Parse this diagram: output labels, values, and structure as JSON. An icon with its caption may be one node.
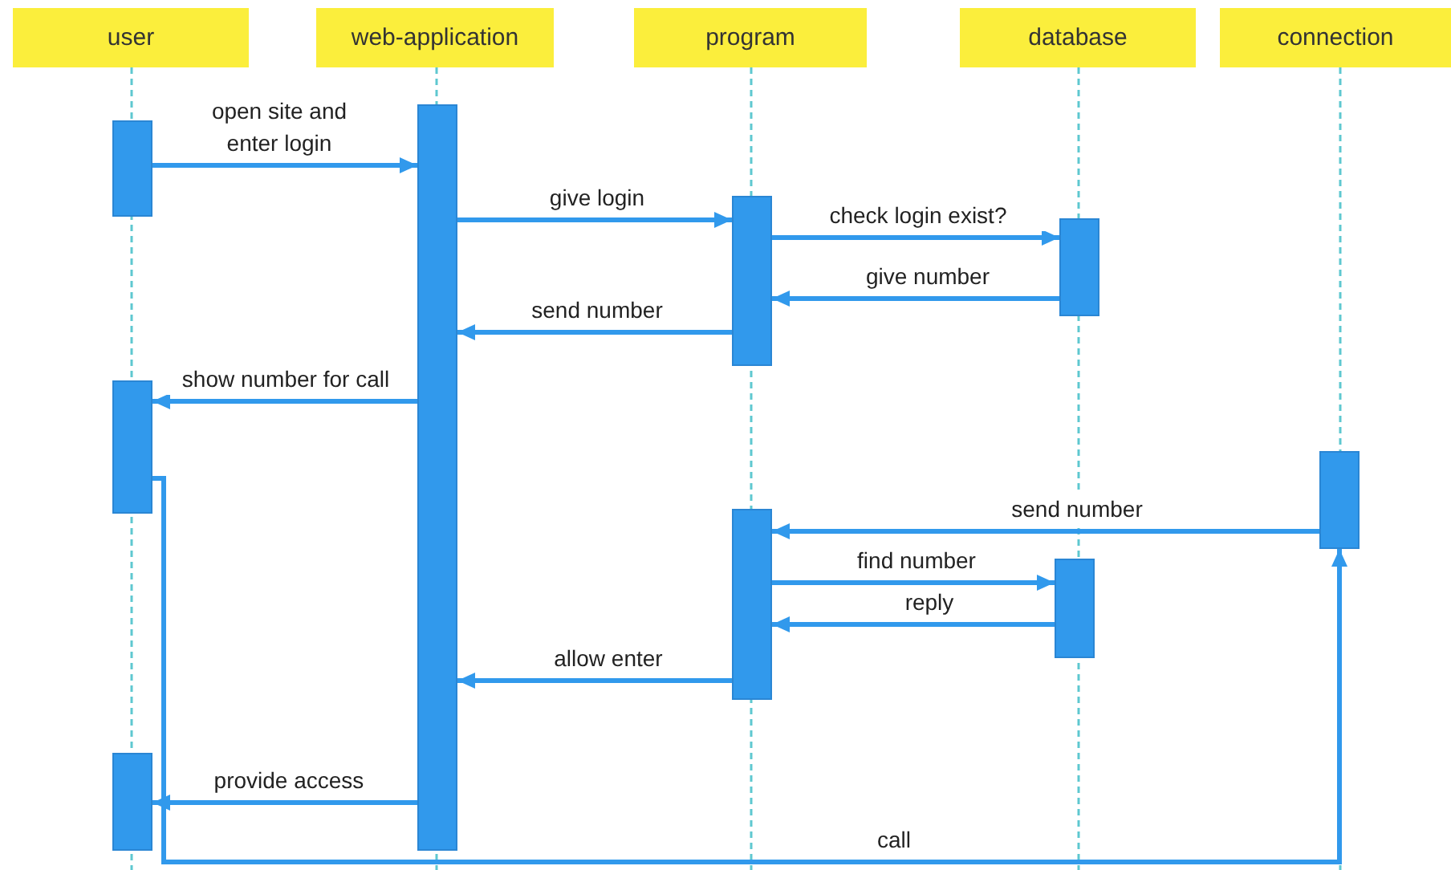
{
  "diagram": {
    "nodes": [
      {
        "text": [
          "user"
        ]
      },
      {
        "text": [
          "web-application"
        ]
      },
      {
        "text": [
          "program"
        ]
      },
      {
        "text": [
          "database"
        ]
      },
      {
        "text": [
          "connection"
        ]
      },
      {
        "text": [],
        "shape": "bar"
      },
      {
        "text": [],
        "shape": "bar"
      },
      {
        "text": [],
        "shape": "bar"
      },
      {
        "text": [],
        "shape": "bar"
      },
      {
        "text": [],
        "shape": "bar"
      },
      {
        "text": [],
        "shape": "bar"
      },
      {
        "text": [],
        "shape": "bar"
      },
      {
        "text": [],
        "shape": "bar"
      },
      {
        "text": [],
        "shape": "bar"
      }
    ],
    "edges": [
      {
        "from": 5,
        "to": 6,
        "arrow": "to",
        "label": "open site and enter login"
      },
      {
        "from": 6,
        "to": 7,
        "arrow": "to",
        "label": "give login"
      },
      {
        "from": 7,
        "to": 8,
        "arrow": "to",
        "label": "check login exist?"
      },
      {
        "from": 8,
        "to": 7,
        "arrow": "to",
        "label": "give number"
      },
      {
        "from": 7,
        "to": 6,
        "arrow": "to",
        "label": "send number"
      },
      {
        "from": 6,
        "to": 9,
        "arrow": "to",
        "label": "show number for call"
      },
      {
        "from": 9,
        "to": 10,
        "arrow": "to",
        "label": "call"
      },
      {
        "from": 10,
        "to": 11,
        "arrow": "to",
        "label": "send number"
      },
      {
        "from": 11,
        "to": 12,
        "arrow": "to",
        "label": "find number"
      },
      {
        "from": 12,
        "to": 11,
        "arrow": "to",
        "label": "reply"
      },
      {
        "from": 11,
        "to": 6,
        "arrow": "to",
        "label": "allow enter"
      },
      {
        "from": 6,
        "to": 13,
        "arrow": "to",
        "label": "provide access"
      }
    ]
  }
}
